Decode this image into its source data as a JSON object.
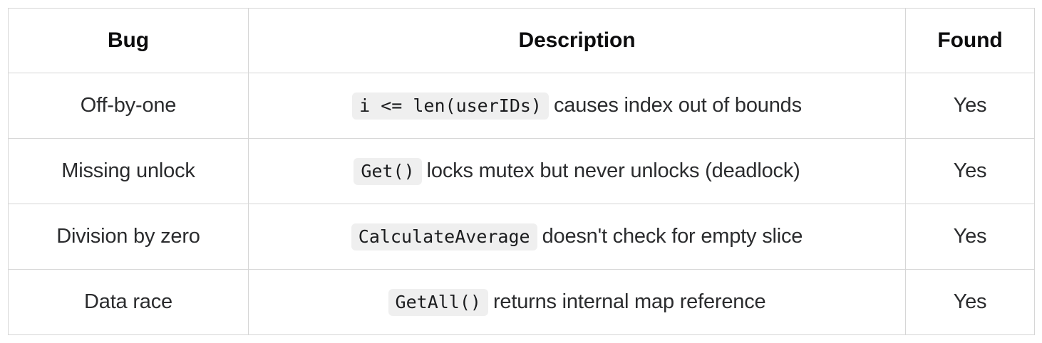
{
  "table": {
    "columns": [
      {
        "key": "bug",
        "label": "Bug"
      },
      {
        "key": "description",
        "label": "Description"
      },
      {
        "key": "found",
        "label": "Found"
      }
    ],
    "rows": [
      {
        "bug": "Off-by-one",
        "description_code": "i <= len(userIDs)",
        "description_text": "causes index out of bounds",
        "found": "Yes"
      },
      {
        "bug": "Missing unlock",
        "description_code": "Get()",
        "description_text": "locks mutex but never unlocks (deadlock)",
        "found": "Yes"
      },
      {
        "bug": "Division by zero",
        "description_code": "CalculateAverage",
        "description_text": "doesn't check for empty slice",
        "found": "Yes"
      },
      {
        "bug": "Data race",
        "description_code": "GetAll()",
        "description_text": "returns internal map reference",
        "found": "Yes"
      }
    ]
  },
  "colors": {
    "border": "#d6d6d6",
    "code_background": "#efefef",
    "header_text": "#0c0c0d",
    "body_text": "#2b2c2e",
    "page_background": "#ffffff"
  }
}
